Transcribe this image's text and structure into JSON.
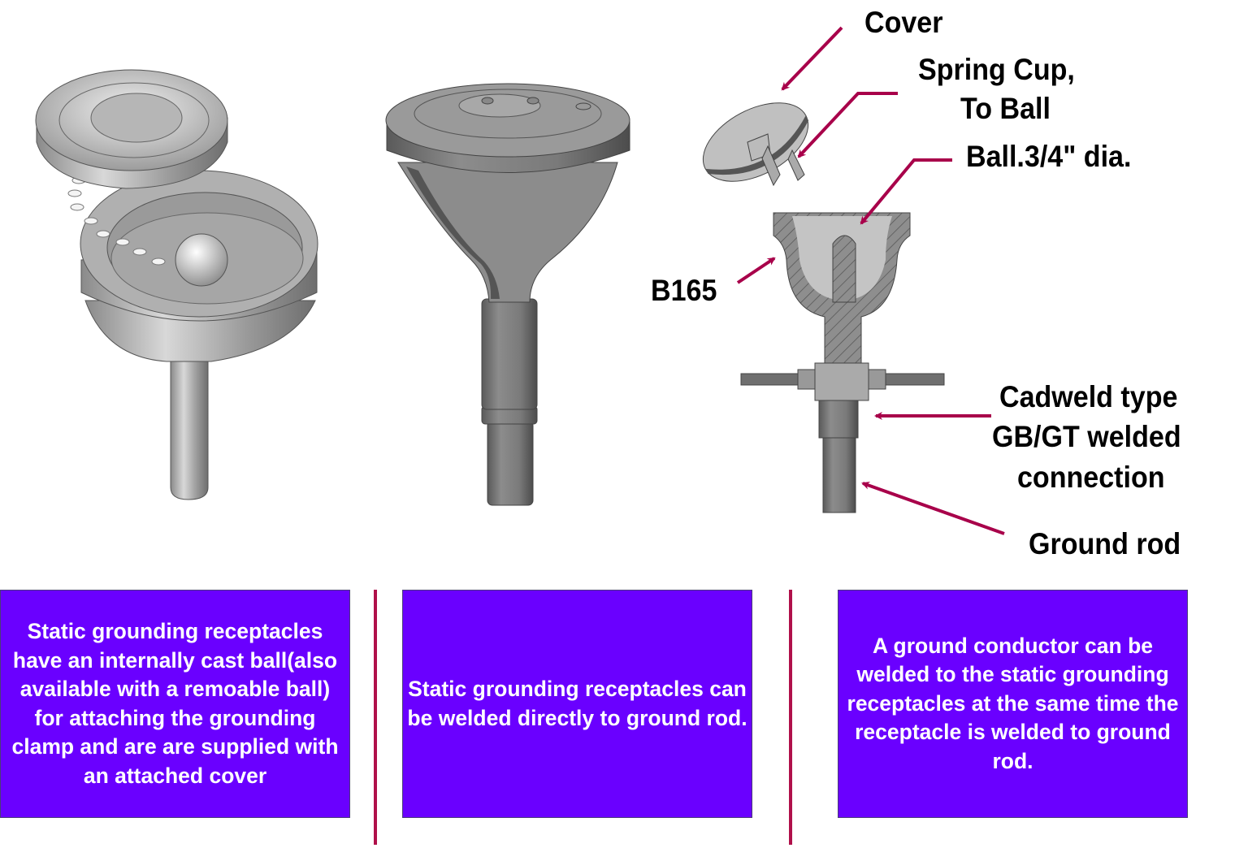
{
  "colors": {
    "box_fill": "#6a00ff",
    "box_text": "#ffffff",
    "arrow": "#a8004a",
    "divider": "#b0104a",
    "label_text": "#000000"
  },
  "illustrations": [
    {
      "name": "receptacle-with-hinged-cover-and-ball",
      "description": "Open receptacle with chain-attached cover and internal cast ball"
    },
    {
      "name": "receptacle-welded-to-rod",
      "description": "Closed receptacle welded directly to ground rod"
    },
    {
      "name": "cutaway-receptacle-assembly",
      "description": "Cutaway of receptacle with cover, spring cup, ball, welded conductor and ground rod"
    }
  ],
  "callouts": {
    "cover": "Cover",
    "spring_cup_line1": "Spring Cup,",
    "spring_cup_line2": "To Ball",
    "ball": "Ball.3/4\" dia.",
    "b165": "B165",
    "cadweld_line1": "Cadweld type",
    "cadweld_line2": "GB/GT welded",
    "cadweld_line3": "connection",
    "ground_rod": "Ground rod"
  },
  "captions": [
    {
      "text": "Static grounding receptacles have an internally cast ball(also available with a remoable ball) for attaching the grounding clamp and are are supplied with an attached cover"
    },
    {
      "text": "Static grounding receptacles can be welded directly to ground rod."
    },
    {
      "text": "A ground conductor can be welded to the static grounding receptacles at the same time the receptacle is welded to ground rod."
    }
  ]
}
